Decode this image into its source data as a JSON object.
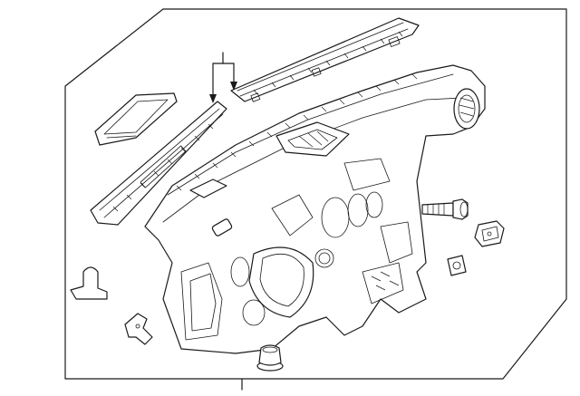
{
  "diagram": {
    "kind": "exploded parts diagram",
    "background": "#ffffff",
    "line_color": "#1a1a1a",
    "parts": [
      {
        "name": "instrument-panel",
        "icon": "dashboard-assembly"
      },
      {
        "name": "defroster-grille",
        "icon": "long-trim-strip"
      },
      {
        "name": "side-trim-panel",
        "icon": "long-trim-strip"
      },
      {
        "name": "vent-bezel",
        "icon": "rectangular-bezel"
      },
      {
        "name": "bolt",
        "icon": "bolt"
      },
      {
        "name": "clip",
        "icon": "clip"
      },
      {
        "name": "grommet-nut",
        "icon": "square-nut"
      },
      {
        "name": "bracket",
        "icon": "bracket"
      },
      {
        "name": "bracket-clip",
        "icon": "small-bracket"
      },
      {
        "name": "plug",
        "icon": "round-plug"
      }
    ]
  }
}
